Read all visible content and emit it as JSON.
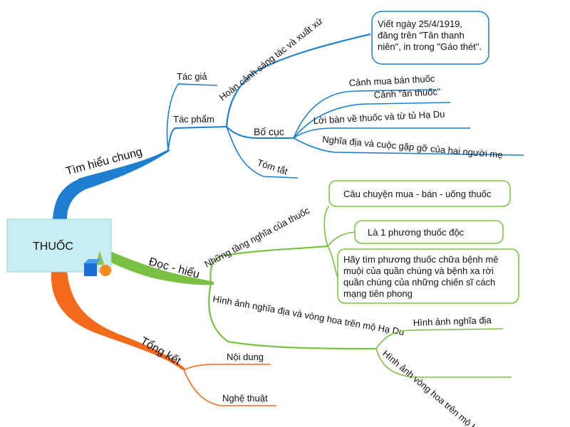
{
  "center": {
    "label": "THUỐC"
  },
  "branches": {
    "tim_hieu": {
      "label": "Tìm hiểu chung",
      "color": "#1e7fd0",
      "tac_gia": "Tác giả",
      "tac_pham": "Tác phẩm",
      "hoan_canh": "Hoàn cảnh sáng tác và xuất xứ",
      "hoan_canh_box": [
        "Viết ngày 25/4/1919,",
        "đăng trên \"Tân thanh",
        "niên\", in trong \"Gáo thét\"."
      ],
      "bo_cuc": "Bố cục",
      "bo_cuc_items": [
        "Cảnh mua bán thuốc",
        "Cảnh \"ăn thuốc\"",
        "Lời bàn về thuốc và từ tủ Hạ Du",
        "Nghĩa địa và cuộc gặp gỡ của hai người mẹ"
      ],
      "tom_tat": "Tóm tắt"
    },
    "doc_hieu": {
      "label": "Đọc - hiểu",
      "color": "#7ac143",
      "tang_nghia": "Những tầng nghĩa của thuốc",
      "boxes": [
        [
          "Câu chuyện mua - bán - uống thuốc"
        ],
        [
          "Là 1 phương thuốc độc"
        ],
        [
          "Hãy tìm phương thuốc chữa bệnh mê",
          "muội của quần chúng và bệnh xa rời",
          "quần chúng của những chiến sĩ cách",
          "mạng tiên phong"
        ]
      ],
      "hinh_anh": "Hình ảnh nghĩa địa và vòng hoa trên mộ Hạ Du",
      "hinh_anh_items": [
        "Hình ảnh nghĩa địa",
        "Hình ảnh vòng hoa trên mộ Hạ Du"
      ]
    },
    "tong_ket": {
      "label": "Tổng kết",
      "color": "#f26b1d",
      "items": [
        "Nội dung",
        "Nghệ thuật"
      ]
    }
  }
}
